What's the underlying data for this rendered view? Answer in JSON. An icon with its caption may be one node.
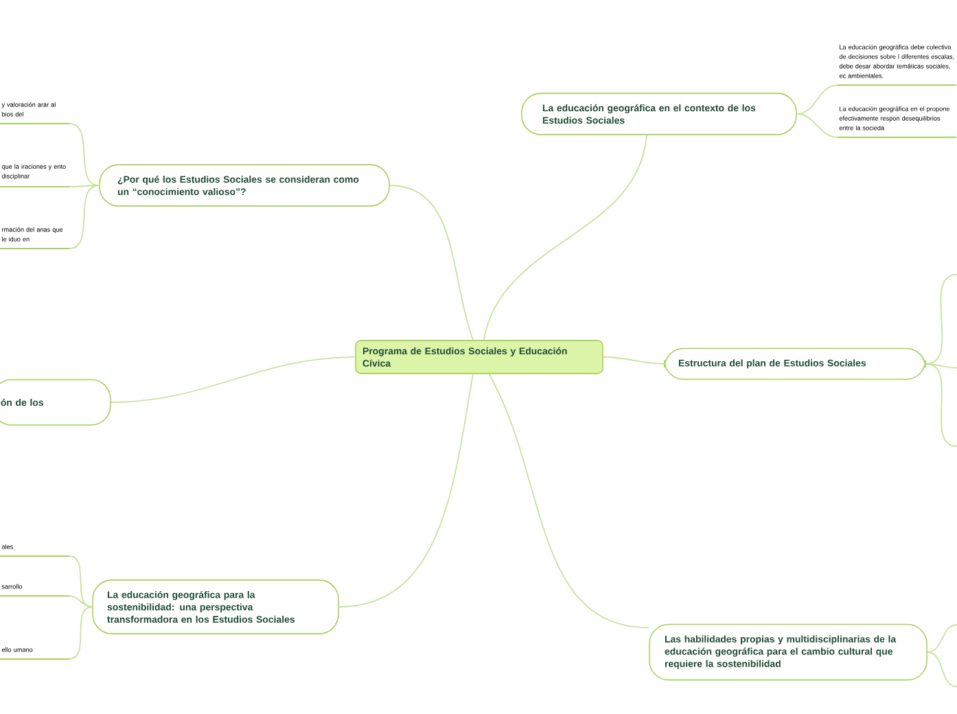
{
  "diagram": {
    "nodes": [
      {
        "text": [
          "Programa de Estudios Sociales y Educación Cívica"
        ]
      },
      {
        "text": [
          "La educación geográfica en el contexto de los Estudios Sociales"
        ]
      },
      {
        "text": [
          "La educación geográfica debe colectiva de decisiones sobre l diferentes escalas, debe desar abordar temáticas sociales, ec ambientales."
        ]
      },
      {
        "text": [
          "La educación geográfica en el propone efectivamente respon desequilibrios entre la socieda"
        ]
      },
      {
        "text": [
          "¿Por qué los Estudios Sociales se consideran como un “conocimiento valioso”?"
        ]
      },
      {
        "text": [
          "y valoración arar al bios del"
        ]
      },
      {
        "text": [
          "que la iraciones y ento disciplinar"
        ]
      },
      {
        "text": [
          "rmación del anas que le iduo en"
        ]
      },
      {
        "text": [
          "ón de los"
        ]
      },
      {
        "text": [
          "La educación geográfica para la sostenibilidad: una perspectiva transformadora en los Estudios Sociales"
        ]
      },
      {
        "text": [
          "ales"
        ]
      },
      {
        "text": [
          "sarrollo"
        ]
      },
      {
        "text": [
          "ello umano"
        ]
      },
      {
        "text": [
          "Estructura del plan de Estudios Sociales"
        ]
      },
      {
        "text": [
          "Las habilidades propias y multidisciplinarias de la educación geográfica para el cambio cultural que requiere la sostenibilidad"
        ]
      }
    ],
    "edges": [
      {
        "from": 0,
        "to": 1,
        "arrow": "none"
      },
      {
        "from": 1,
        "to": 2,
        "arrow": "none"
      },
      {
        "from": 1,
        "to": 3,
        "arrow": "none"
      },
      {
        "from": 0,
        "to": 4,
        "arrow": "none"
      },
      {
        "from": 4,
        "to": 5,
        "arrow": "none"
      },
      {
        "from": 4,
        "to": 6,
        "arrow": "none"
      },
      {
        "from": 4,
        "to": 7,
        "arrow": "none"
      },
      {
        "from": 0,
        "to": 8,
        "arrow": "none"
      },
      {
        "from": 0,
        "to": 9,
        "arrow": "none"
      },
      {
        "from": 9,
        "to": 10,
        "arrow": "none"
      },
      {
        "from": 9,
        "to": 11,
        "arrow": "none"
      },
      {
        "from": 9,
        "to": 12,
        "arrow": "none"
      },
      {
        "from": 0,
        "to": 13,
        "arrow": "none"
      },
      {
        "from": 13,
        "to": null,
        "arrow": "none"
      },
      {
        "from": 13,
        "to": null,
        "arrow": "none"
      },
      {
        "from": 13,
        "to": null,
        "arrow": "none"
      },
      {
        "from": 0,
        "to": 14,
        "arrow": "none"
      },
      {
        "from": 14,
        "to": null,
        "arrow": "none"
      },
      {
        "from": 14,
        "to": null,
        "arrow": "none"
      }
    ]
  }
}
